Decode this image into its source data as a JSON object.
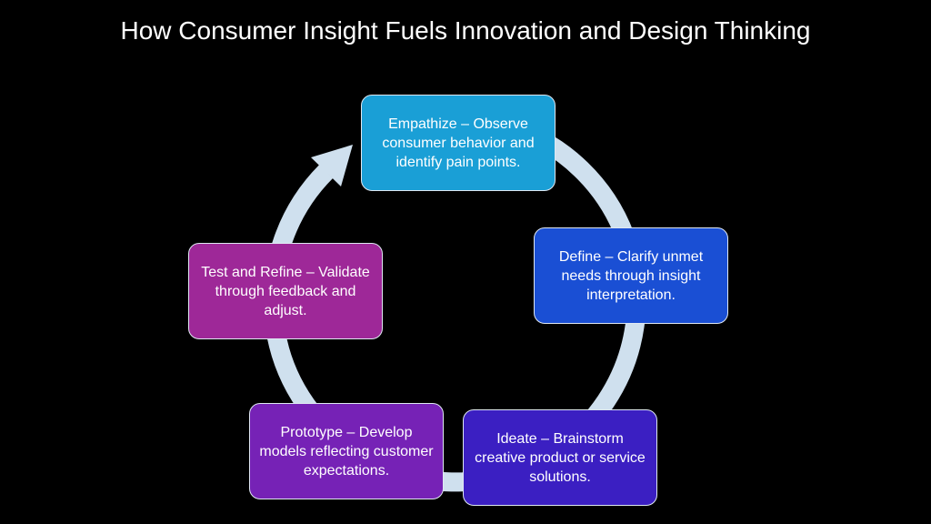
{
  "title": "How Consumer Insight Fuels Innovation and Design Thinking",
  "steps": [
    {
      "text": "Empathize – Observe consumer behavior and identify pain points.",
      "color": "#1a9fd6"
    },
    {
      "text": "Define – Clarify unmet needs through insight interpretation.",
      "color": "#1a4fd4"
    },
    {
      "text": "Ideate – Brainstorm creative product or service solutions.",
      "color": "#3b1fc2"
    },
    {
      "text": "Prototype – Develop models reflecting customer expectations.",
      "color": "#7622b6"
    },
    {
      "text": "Test and Refine – Validate through feedback and adjust.",
      "color": "#9e2898"
    }
  ],
  "ring_color": "#cfe0ee"
}
